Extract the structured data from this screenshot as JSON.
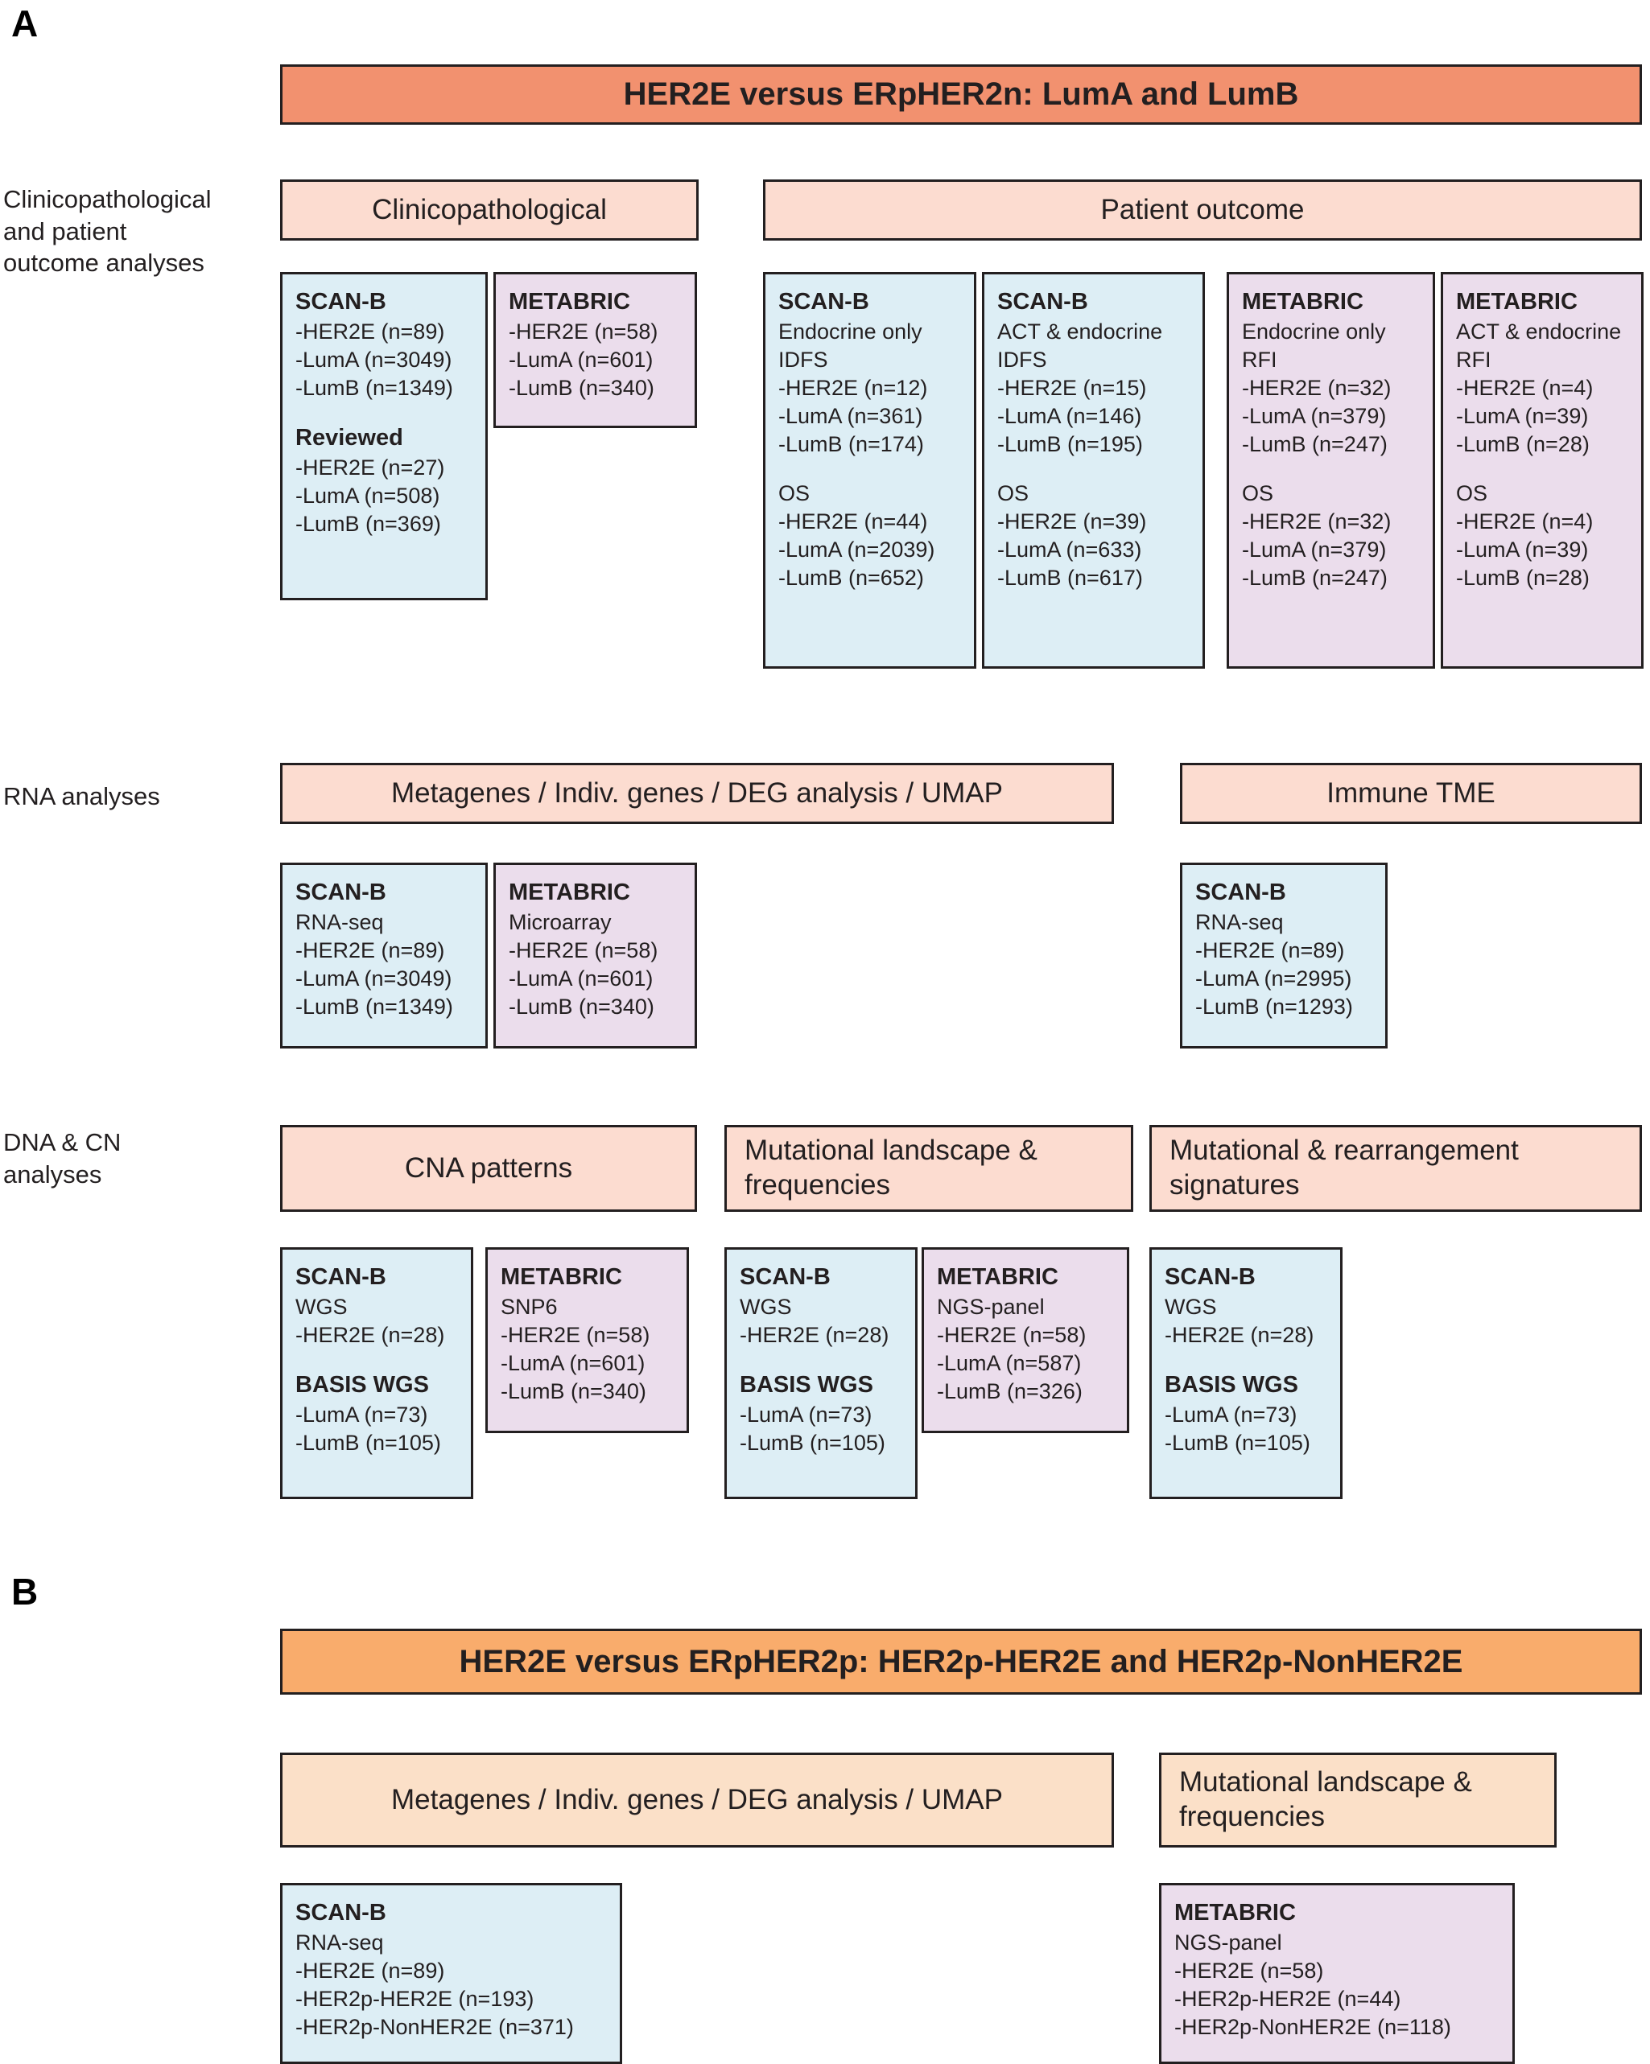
{
  "colors": {
    "banner_a": "#F2916F",
    "banner_b": "#F9AC6C",
    "category_peach": "#FCDCD0",
    "category_peach_b": "#FBE0C8",
    "scanb_blue": "#DDEEF5",
    "metabric_purple": "#EBDDEC",
    "outline": "#231f20"
  },
  "panel_a": {
    "letter": "A",
    "banner": "HER2E versus ERpHER2n: LumA and LumB",
    "rows": [
      {
        "label": "Clinicopathological\nand patient\noutcome analyses"
      },
      {
        "label": "RNA analyses"
      },
      {
        "label": "DNA & CN\nanalyses"
      }
    ],
    "categories": {
      "clinicopathological": "Clinicopathological",
      "patient_outcome": "Patient outcome",
      "metagenes": "Metagenes / Indiv. genes / DEG analysis / UMAP",
      "immune_tme": "Immune TME",
      "cna_patterns": "CNA patterns",
      "mutational_landscape": "Mutational landscape\n& frequencies",
      "mutational_signatures": "Mutational & rearrangement\nsignatures"
    },
    "boxes": {
      "clin_scanb": {
        "title": "SCAN-B",
        "lines": [
          "-HER2E (n=89)",
          "-LumA (n=3049)",
          "-LumB (n=1349)"
        ],
        "title2": "Reviewed",
        "lines2": [
          "-HER2E (n=27)",
          "-LumA (n=508)",
          "-LumB (n=369)"
        ]
      },
      "clin_metabric": {
        "title": "METABRIC",
        "lines": [
          "-HER2E (n=58)",
          "-LumA (n=601)",
          "-LumB (n=340)"
        ]
      },
      "outcome_scanb_endo": {
        "title": "SCAN-B",
        "subtitle": "Endocrine only",
        "group1_label": "IDFS",
        "group1": [
          "-HER2E (n=12)",
          "-LumA (n=361)",
          "-LumB (n=174)"
        ],
        "group2_label": "OS",
        "group2": [
          "-HER2E (n=44)",
          "-LumA (n=2039)",
          "-LumB (n=652)"
        ]
      },
      "outcome_scanb_act": {
        "title": "SCAN-B",
        "subtitle": "ACT & endocrine",
        "group1_label": "IDFS",
        "group1": [
          "-HER2E (n=15)",
          "-LumA (n=146)",
          "-LumB (n=195)"
        ],
        "group2_label": "OS",
        "group2": [
          "-HER2E (n=39)",
          "-LumA (n=633)",
          "-LumB (n=617)"
        ]
      },
      "outcome_metabric_endo": {
        "title": "METABRIC",
        "subtitle": "Endocrine only",
        "group1_label": "RFI",
        "group1": [
          "-HER2E (n=32)",
          "-LumA (n=379)",
          "-LumB (n=247)"
        ],
        "group2_label": "OS",
        "group2": [
          "-HER2E (n=32)",
          "-LumA (n=379)",
          "-LumB (n=247)"
        ]
      },
      "outcome_metabric_act": {
        "title": "METABRIC",
        "subtitle": "ACT & endocrine",
        "group1_label": "RFI",
        "group1": [
          "-HER2E (n=4)",
          "-LumA (n=39)",
          "-LumB (n=28)"
        ],
        "group2_label": "OS",
        "group2": [
          "-HER2E (n=4)",
          "-LumA (n=39)",
          "-LumB (n=28)"
        ]
      },
      "rna_scanb": {
        "title": "SCAN-B",
        "subtitle": "RNA-seq",
        "lines": [
          "-HER2E (n=89)",
          "-LumA (n=3049)",
          "-LumB (n=1349)"
        ]
      },
      "rna_metabric": {
        "title": "METABRIC",
        "subtitle": "Microarray",
        "lines": [
          "-HER2E (n=58)",
          "-LumA (n=601)",
          "-LumB (n=340)"
        ]
      },
      "tme_scanb": {
        "title": "SCAN-B",
        "subtitle": "RNA-seq",
        "lines": [
          "-HER2E (n=89)",
          "-LumA (n=2995)",
          "-LumB (n=1293)"
        ]
      },
      "cna_scanb": {
        "title": "SCAN-B",
        "subtitle": "WGS",
        "lines": [
          "-HER2E (n=28)"
        ],
        "title2": "BASIS WGS",
        "lines2": [
          "-LumA (n=73)",
          "-LumB (n=105)"
        ]
      },
      "cna_metabric": {
        "title": "METABRIC",
        "subtitle": "SNP6",
        "lines": [
          "-HER2E (n=58)",
          "-LumA (n=601)",
          "-LumB (n=340)"
        ]
      },
      "mut_scanb": {
        "title": "SCAN-B",
        "subtitle": "WGS",
        "lines": [
          "-HER2E (n=28)"
        ],
        "title2": "BASIS WGS",
        "lines2": [
          "-LumA (n=73)",
          "-LumB (n=105)"
        ]
      },
      "mut_metabric": {
        "title": "METABRIC",
        "subtitle": "NGS-panel",
        "lines": [
          "-HER2E (n=58)",
          "-LumA (n=587)",
          "-LumB (n=326)"
        ]
      },
      "sig_scanb": {
        "title": "SCAN-B",
        "subtitle": "WGS",
        "lines": [
          "-HER2E (n=28)"
        ],
        "title2": "BASIS WGS",
        "lines2": [
          "-LumA (n=73)",
          "-LumB (n=105)"
        ]
      }
    }
  },
  "panel_b": {
    "letter": "B",
    "banner": "HER2E versus ERpHER2p: HER2p-HER2E and HER2p-NonHER2E",
    "categories": {
      "metagenes": "Metagenes / Indiv. genes / DEG analysis / UMAP",
      "mutational_landscape": "Mutational landscape &\nfrequencies"
    },
    "boxes": {
      "b_scanb": {
        "title": "SCAN-B",
        "subtitle": "RNA-seq",
        "lines": [
          "-HER2E (n=89)",
          "-HER2p-HER2E (n=193)",
          "-HER2p-NonHER2E (n=371)"
        ]
      },
      "b_metabric": {
        "title": "METABRIC",
        "subtitle": "NGS-panel",
        "lines": [
          "-HER2E (n=58)",
          "-HER2p-HER2E (n=44)",
          "-HER2p-NonHER2E (n=118)"
        ]
      }
    }
  }
}
